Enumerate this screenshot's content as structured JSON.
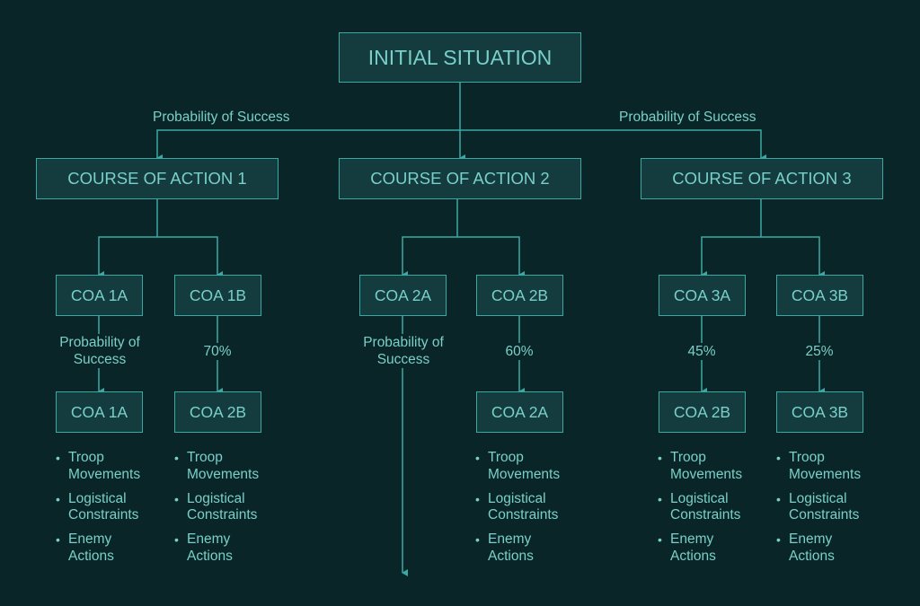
{
  "colors": {
    "background": "#0a2528",
    "box_fill": "#143b3d",
    "stroke": "#3aa9a3",
    "text": "#79d0c9"
  },
  "root": {
    "label": "INITIAL SITUATION"
  },
  "top_labels": {
    "left": "Probability of Success",
    "right": "Probability of Success"
  },
  "courses": [
    {
      "label": "COURSE OF ACTION 1",
      "subs": [
        {
          "label": "COA 1A",
          "probability": "Probability of\nSuccess",
          "outcome": "COA 1A",
          "factors": [
            "Troop\nMovements",
            "Logistical\nConstraints",
            "Enemy\nActions"
          ]
        },
        {
          "label": "COA 1B",
          "probability": "70%",
          "outcome": "COA 2B",
          "factors": [
            "Troop\nMovements",
            "Logistical\nConstraints",
            "Enemy\nActions"
          ]
        }
      ]
    },
    {
      "label": "COURSE OF ACTION 2",
      "subs": [
        {
          "label": "COA 2A",
          "probability": "Probability of\nSuccess"
        },
        {
          "label": "COA 2B",
          "probability": "60%",
          "outcome": "COA 2A",
          "factors": [
            "Troop\nMovements",
            "Logistical\nConstraints",
            "Enemy\nActions"
          ]
        }
      ]
    },
    {
      "label": "COURSE OF ACTION 3",
      "subs": [
        {
          "label": "COA 3A",
          "probability": "45%",
          "outcome": "COA 2B",
          "factors": [
            "Troop\nMovements",
            "Logistical\nConstraints",
            "Enemy\nActions"
          ]
        },
        {
          "label": "COA 3B",
          "probability": "25%",
          "outcome": "COA 3B",
          "factors": [
            "Troop\nMovements",
            "Logistical\nConstraints",
            "Enemy\nActions"
          ]
        }
      ]
    }
  ]
}
